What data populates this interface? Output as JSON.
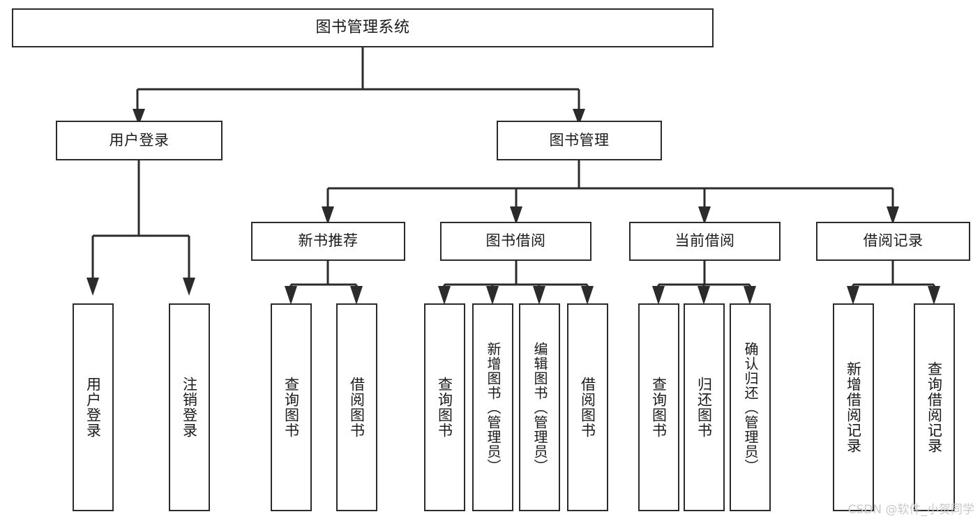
{
  "diagram": {
    "title": "图书管理系统",
    "type": "tree-hierarchy",
    "watermark": "CSDN @软件_小贺同学",
    "colors": {
      "box_border": "#2b2b2b",
      "box_fill": "#ffffff",
      "edge": "#2b2b2b",
      "text": "#1a1a1a",
      "background": "#ffffff",
      "watermark": "#c9c9c9"
    },
    "levels": {
      "root": {
        "label": "图书管理系统"
      },
      "level2": [
        {
          "label": "用户登录"
        },
        {
          "label": "图书管理"
        }
      ],
      "level3": [
        {
          "label": "新书推荐"
        },
        {
          "label": "图书借阅"
        },
        {
          "label": "当前借阅"
        },
        {
          "label": "借阅记录"
        }
      ],
      "leaves": {
        "user_login": [
          {
            "label": "用户登录"
          },
          {
            "label": "注销登录"
          }
        ],
        "new_book_recommend": [
          {
            "label": "查询图书"
          },
          {
            "label": "借阅图书"
          }
        ],
        "book_borrow": [
          {
            "label": "查询图书"
          },
          {
            "label": "新增图书（管理员）"
          },
          {
            "label": "编辑图书（管理员）"
          },
          {
            "label": "借阅图书"
          }
        ],
        "current_borrow": [
          {
            "label": "查询图书"
          },
          {
            "label": "归还图书"
          },
          {
            "label": "确认归还（管理员）"
          }
        ],
        "borrow_record": [
          {
            "label": "新增借阅记录"
          },
          {
            "label": "查询借阅记录"
          }
        ]
      }
    }
  }
}
